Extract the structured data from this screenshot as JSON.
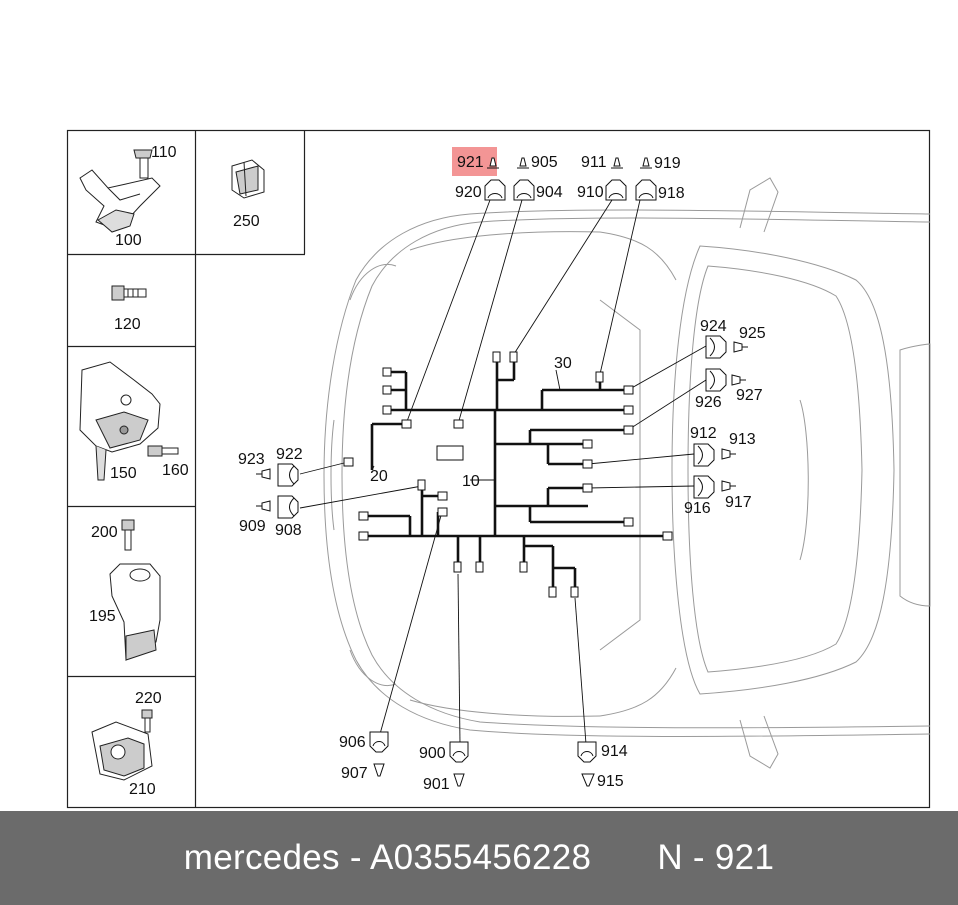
{
  "colors": {
    "highlight": "#f28a8a",
    "footer_bg": "#6b6b6b",
    "line": "#111111",
    "car_outline": "#9a9a9a"
  },
  "side_panel": {
    "items": [
      {
        "id": "p100",
        "labels": [
          "110",
          "100"
        ]
      },
      {
        "id": "p250",
        "labels": [
          "250"
        ]
      },
      {
        "id": "p120",
        "labels": [
          "120"
        ]
      },
      {
        "id": "p150",
        "labels": [
          "150",
          "160"
        ]
      },
      {
        "id": "p195",
        "labels": [
          "200",
          "195"
        ]
      },
      {
        "id": "p210",
        "labels": [
          "220",
          "210"
        ]
      }
    ]
  },
  "diagram": {
    "highlighted_part": "921",
    "harness_labels": [
      "30",
      "20",
      "10"
    ],
    "parts": [
      "921",
      "905",
      "920",
      "904",
      "911",
      "919",
      "910",
      "918",
      "924",
      "925",
      "926",
      "927",
      "912",
      "913",
      "916",
      "917",
      "923",
      "922",
      "909",
      "908",
      "906",
      "907",
      "900",
      "901",
      "914",
      "915"
    ]
  },
  "footer": {
    "brand": "mercedes",
    "part_number": "A0355456228",
    "position": "N - 921"
  }
}
